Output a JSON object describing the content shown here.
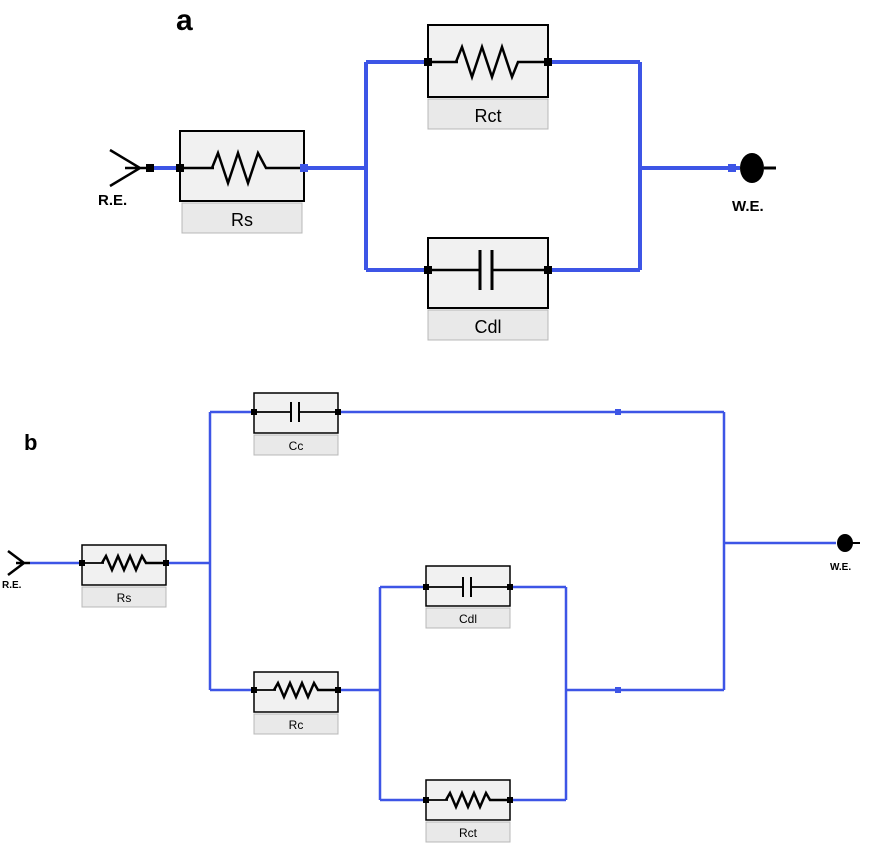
{
  "panel_a": {
    "label": "a",
    "re_label": "R.E.",
    "we_label": "W.E.",
    "components": {
      "rs": "Rs",
      "rct": "Rct",
      "cdl": "Cdl"
    }
  },
  "panel_b": {
    "label": "b",
    "re_label": "R.E.",
    "we_label": "W.E.",
    "components": {
      "cc": "Cc",
      "rs": "Rs",
      "rc": "Rc",
      "cdl": "Cdl",
      "rct": "Rct"
    }
  },
  "colors": {
    "wire": "#3d55e6",
    "component_box": "#f1f1f1",
    "label_box": "#e9e9e9"
  }
}
